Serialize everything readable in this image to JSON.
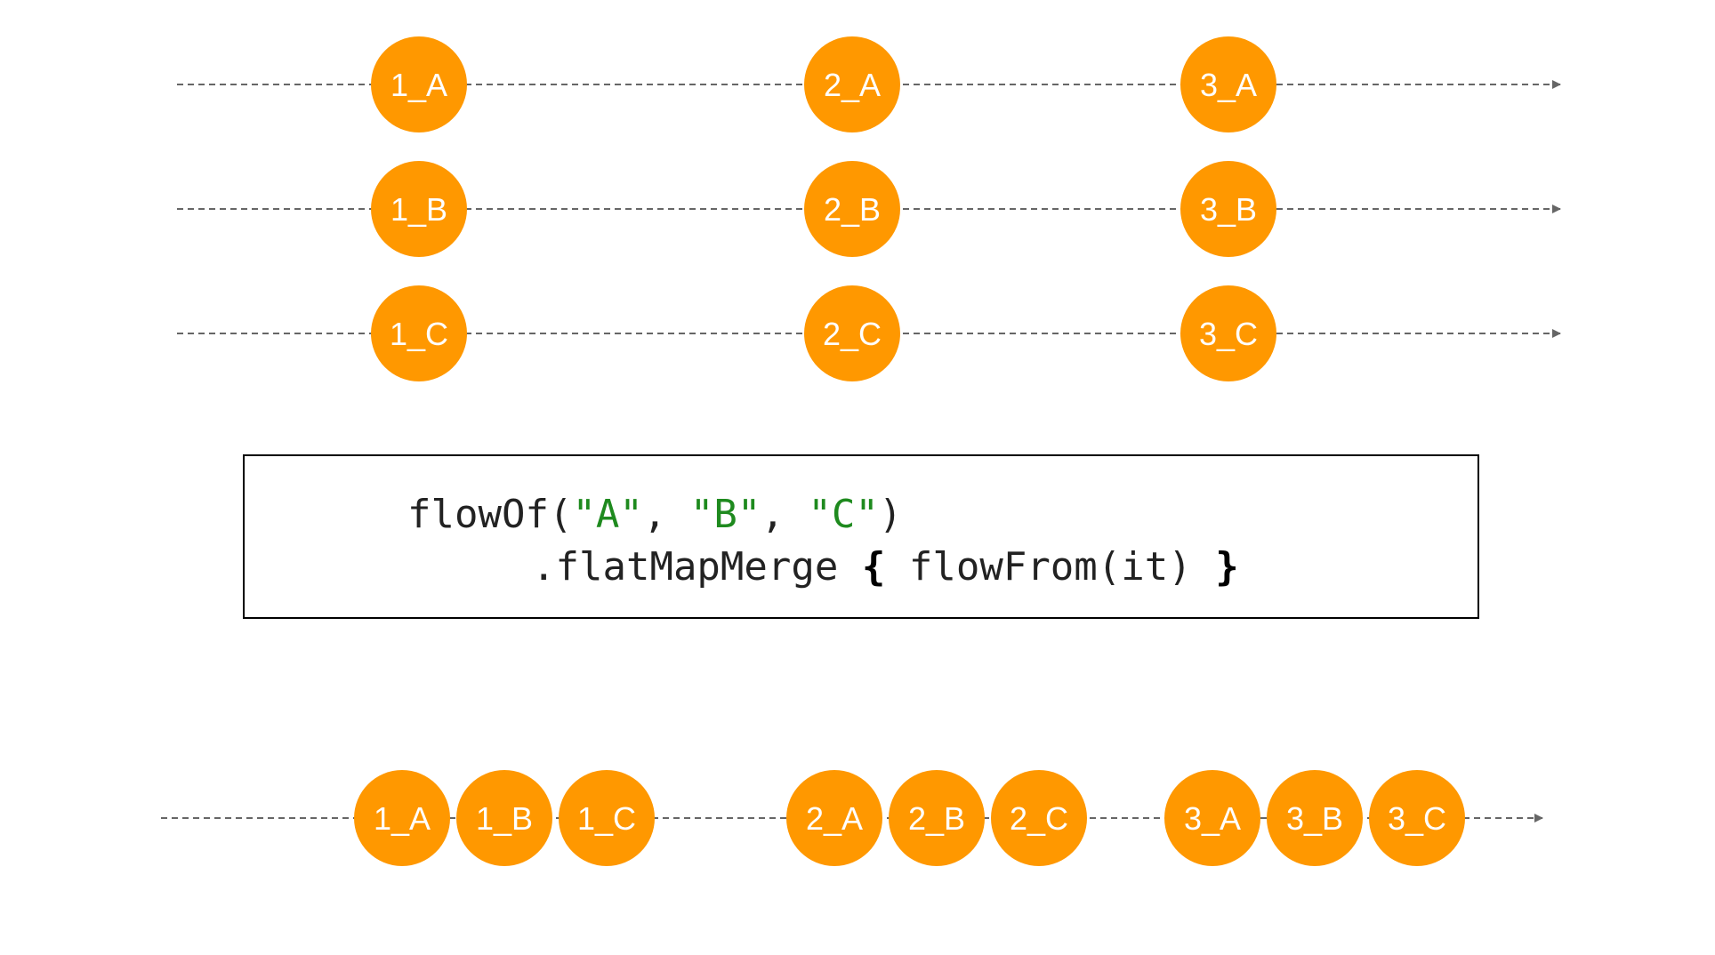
{
  "colors": {
    "marble": "#ff9800",
    "marble_text": "#ffffff",
    "timeline": "#666666",
    "code_text": "#222222",
    "code_string": "#1e8a1e",
    "box_border": "#000000"
  },
  "input_flows": [
    {
      "name": "A",
      "marbles": [
        "1_A",
        "2_A",
        "3_A"
      ]
    },
    {
      "name": "B",
      "marbles": [
        "1_B",
        "2_B",
        "3_B"
      ]
    },
    {
      "name": "C",
      "marbles": [
        "1_C",
        "2_C",
        "3_C"
      ]
    }
  ],
  "output_flow": {
    "groups": [
      [
        "1_A",
        "1_B",
        "1_C"
      ],
      [
        "2_A",
        "2_B",
        "2_C"
      ],
      [
        "3_A",
        "3_B",
        "3_C"
      ]
    ]
  },
  "code": {
    "line1": {
      "fn": "flowOf(",
      "arg1": "\"A\"",
      "sep1": ", ",
      "arg2": "\"B\"",
      "sep2": ", ",
      "arg3": "\"C\"",
      "close": ")"
    },
    "line2": {
      "call": ".flatMapMerge ",
      "open_brace": "{",
      "body": " flowFrom(it) ",
      "close_brace": "}"
    }
  }
}
